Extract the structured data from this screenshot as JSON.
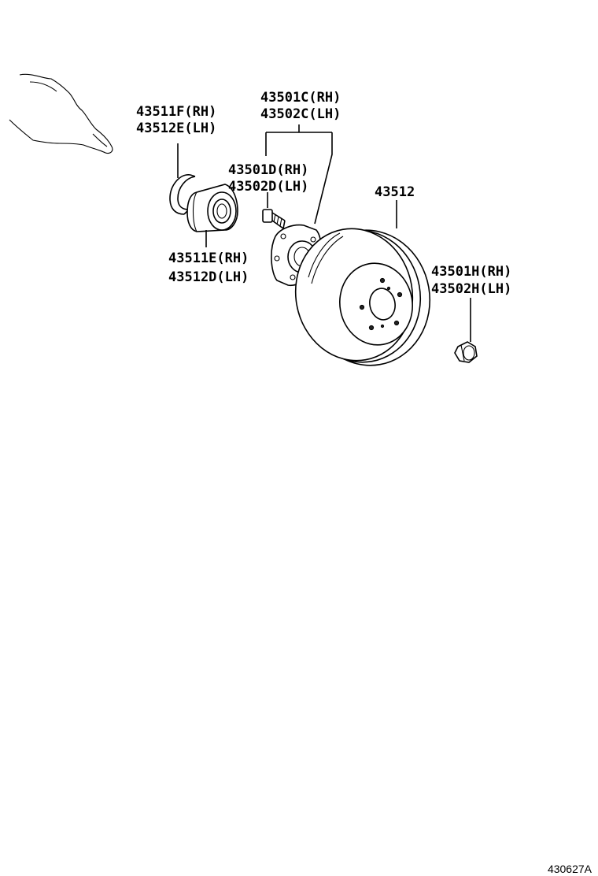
{
  "labels": {
    "snap_ring_rh": "43511F(RH)",
    "snap_ring_lh": "43512E(LH)",
    "hub_rh": "43501C(RH)",
    "hub_lh": "43502C(LH)",
    "hub_bolt_rh": "43501D(RH)",
    "hub_bolt_lh": "43502D(LH)",
    "bearing_rh": "43511E(RH)",
    "bearing_lh": "43512D(LH)",
    "disc": "43512",
    "nut_rh": "43501H(RH)",
    "nut_lh": "43502H(LH)"
  },
  "reference_code": "430627A"
}
